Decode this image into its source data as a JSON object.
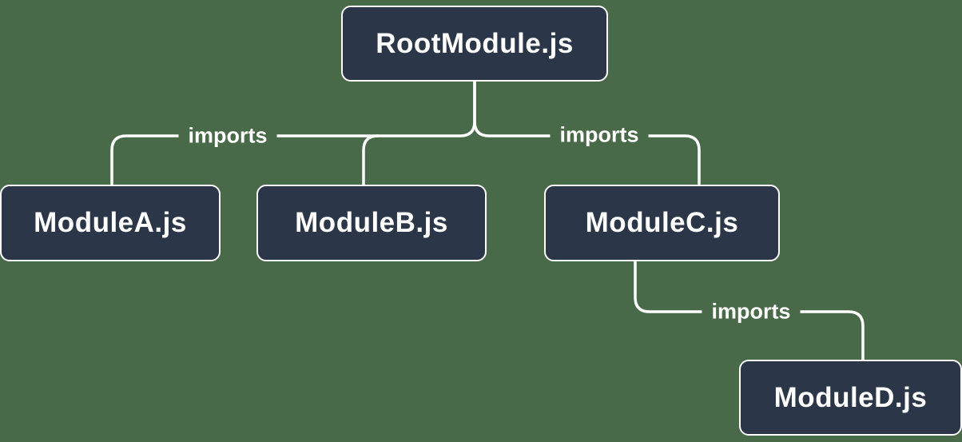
{
  "diagram": {
    "type": "module-import-tree",
    "colors": {
      "background": "#496a48",
      "node_fill": "#2b3648",
      "node_border": "#ffffff",
      "connector": "#ffffff",
      "text": "#ffffff"
    },
    "nodes": [
      {
        "id": "root",
        "label": "RootModule.js"
      },
      {
        "id": "moduleA",
        "label": "ModuleA.js"
      },
      {
        "id": "moduleB",
        "label": "ModuleB.js"
      },
      {
        "id": "moduleC",
        "label": "ModuleC.js"
      },
      {
        "id": "moduleD",
        "label": "ModuleD.js"
      }
    ],
    "edges": [
      {
        "from": "RootModule.js",
        "to": "ModuleA.js",
        "label": "imports"
      },
      {
        "from": "RootModule.js",
        "to": "ModuleB.js",
        "label": ""
      },
      {
        "from": "RootModule.js",
        "to": "ModuleC.js",
        "label": "imports"
      },
      {
        "from": "ModuleC.js",
        "to": "ModuleD.js",
        "label": "imports"
      }
    ]
  }
}
